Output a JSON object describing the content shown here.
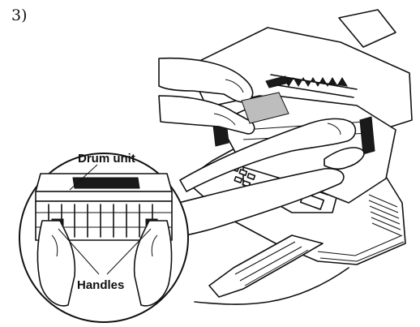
{
  "step": "3)",
  "callouts": {
    "drum_unit": "Drum unit",
    "handles": "Handles"
  }
}
